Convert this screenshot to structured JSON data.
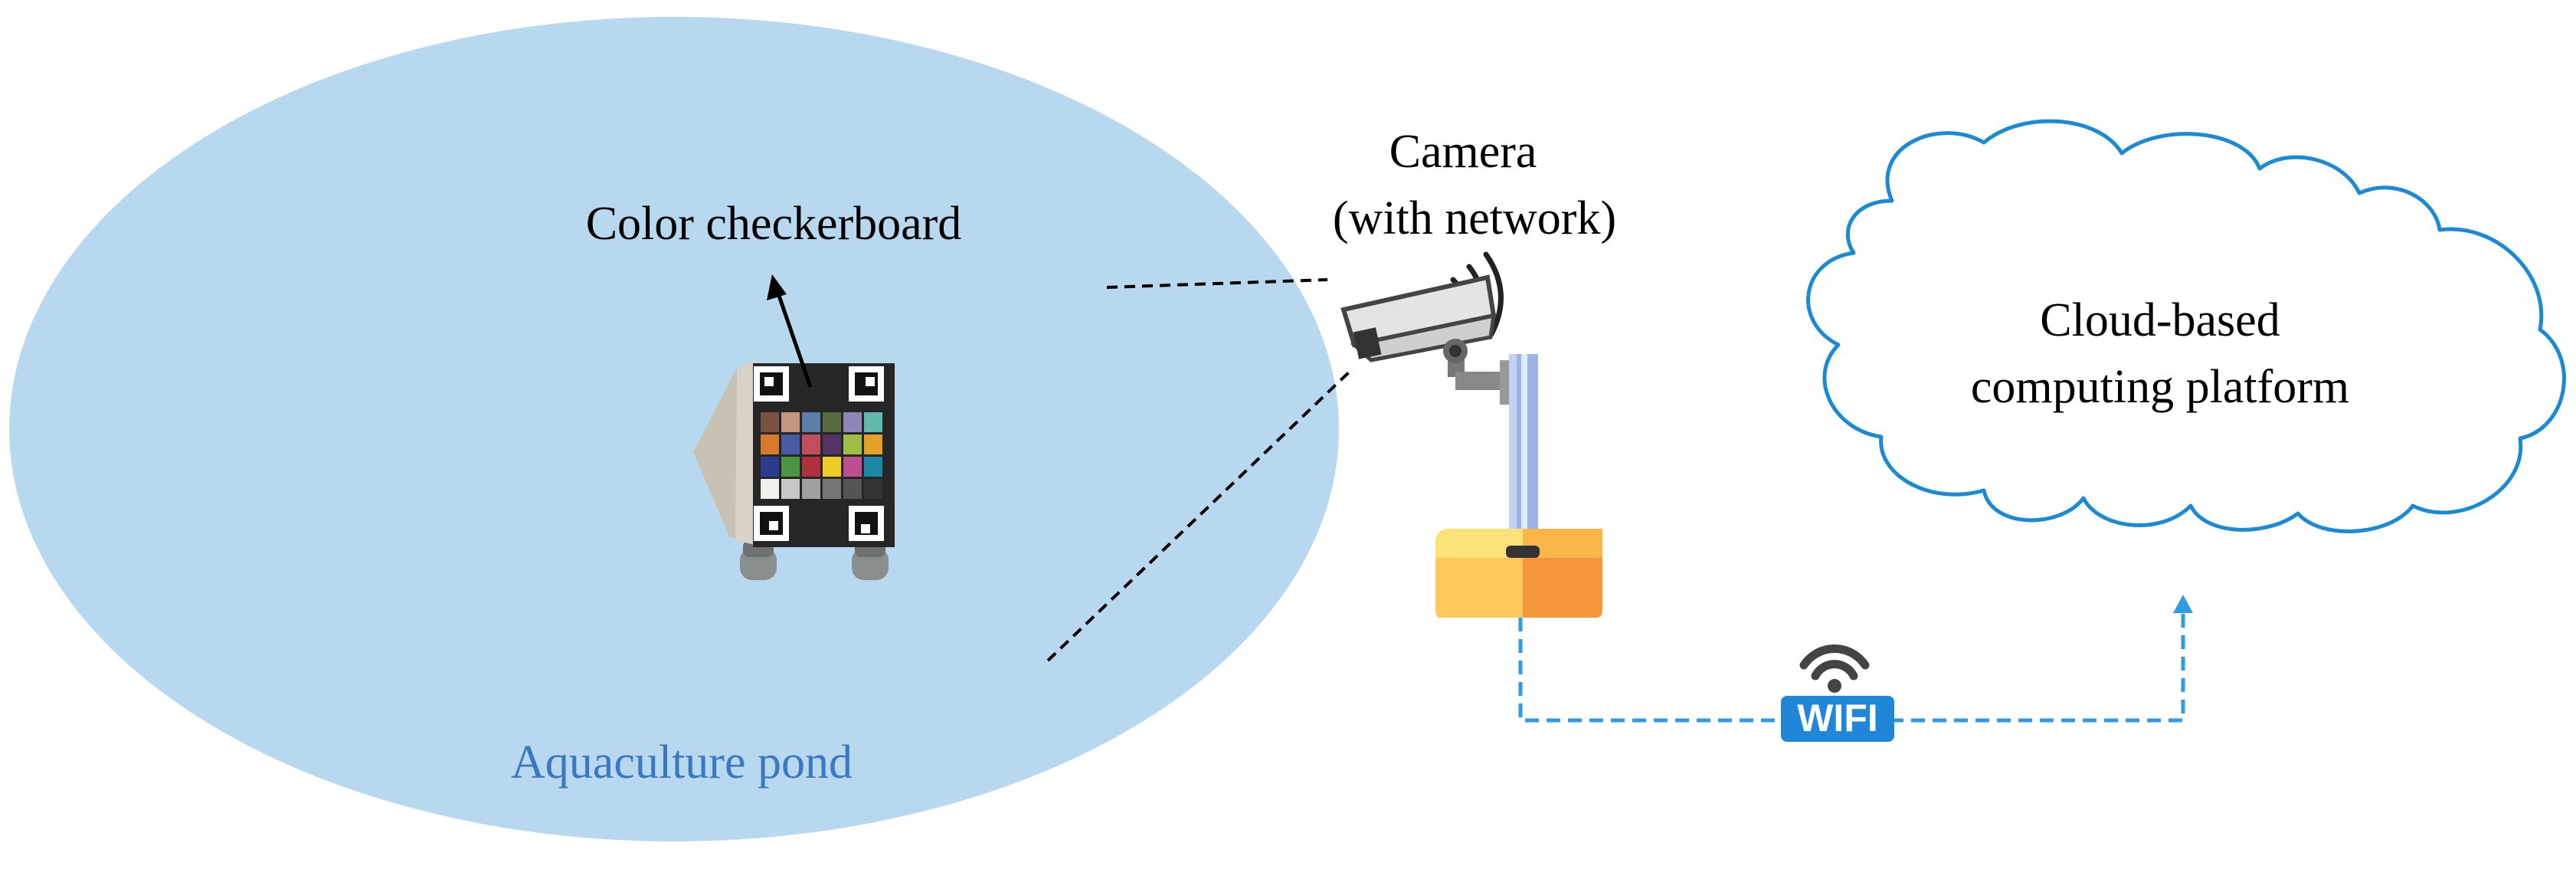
{
  "labels": {
    "checkerboard": "Color checkerboard",
    "camera_line1": "Camera",
    "camera_line2": "(with network)",
    "cloud_line1": "Cloud-based",
    "cloud_line2": "computing platform",
    "pond": "Aquaculture pond",
    "wifi": "WIFI"
  },
  "colors": {
    "pond_fill": "#b7d8ef",
    "pond_label": "#3b78c2",
    "cloud_stroke": "#1a8ad4",
    "link_dash": "#2f9be0",
    "wifi_badge": "#1f86d8",
    "base_left": "#fcc95a",
    "base_right": "#f6963c",
    "pole": "#9db4e4"
  },
  "checker_colors": [
    [
      "#7a5244",
      "#c3967d",
      "#5b7fa8",
      "#596c3d",
      "#8c87b8",
      "#61b9ab"
    ],
    [
      "#d77a2c",
      "#4a5aa5",
      "#c04e5d",
      "#523566",
      "#9fbc44",
      "#e2a12b"
    ],
    [
      "#2b3c8e",
      "#4c9544",
      "#b0313b",
      "#edcd28",
      "#bf508f",
      "#1b88a8"
    ],
    [
      "#f1f1ee",
      "#c6c8c6",
      "#9fa0a0",
      "#767777",
      "#545455",
      "#333435"
    ]
  ]
}
